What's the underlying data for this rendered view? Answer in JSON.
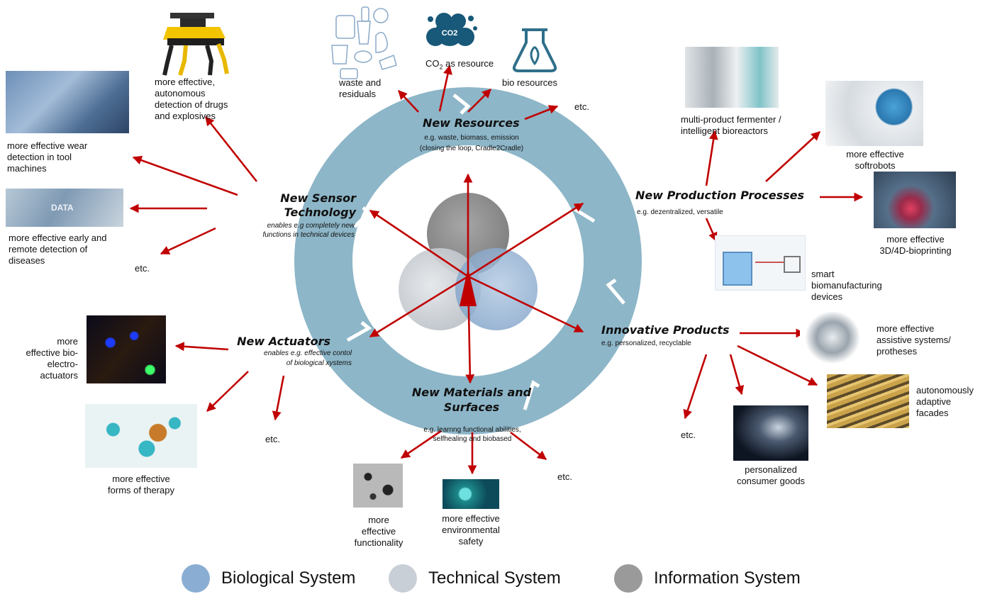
{
  "ring": {
    "resources": {
      "title": "New Resources",
      "line1": "e.g. waste, biomass, emission",
      "line2": "(closing the loop, Cradle2Cradle)"
    },
    "production": {
      "title": "New Production Processes",
      "desc": "e.g. dezentralized, versatile"
    },
    "products": {
      "title": "Innovative Products",
      "desc": "e.g. personalized, recyclable"
    },
    "materials": {
      "title_line1": "New Materials and",
      "title_line2": "Surfaces",
      "line1": "e.g. learnng functional abilities,",
      "line2": "selfhealing and biobased"
    },
    "actuators": {
      "title": "New Actuators",
      "line1": "enables e.g. effective contol",
      "line2": "of biological xystems"
    },
    "sensor": {
      "title_line1": "New Sensor",
      "title_line2": "Technology",
      "line1": "enables e.g completely new",
      "line2": "functions in technical devices"
    }
  },
  "outcomes": {
    "waste": [
      "waste and",
      "residuals"
    ],
    "co2_prefix": "CO",
    "co2_sub": "2",
    "co2_suffix": " as resource",
    "co2_bubble": "CO2",
    "bio_resources": "bio resources",
    "etc_resources": "etc.",
    "fermenter": [
      "multi-product fermenter /",
      "intelligent bioreactors"
    ],
    "softrobots": [
      "more effective",
      "softrobots"
    ],
    "bioprinting": [
      "more effective",
      "3D/4D-bioprinting"
    ],
    "biomanufacturing": [
      "smart",
      "biomanufacturing",
      "devices"
    ],
    "assistive": [
      "more effective",
      "assistive systems/",
      "protheses"
    ],
    "facades": [
      "autonomously",
      "adaptive",
      "facades"
    ],
    "consumer": [
      "personalized",
      "consumer goods"
    ],
    "etc_products": "etc.",
    "functionality": [
      "more",
      "effective",
      "functionality"
    ],
    "environmental": [
      "more effective",
      "environmental",
      "safety"
    ],
    "etc_materials": "etc.",
    "therapy": [
      "more effective",
      "forms of therapy"
    ],
    "etc_actuators": "etc.",
    "bioelectro": [
      "more",
      "effective bio-",
      "electro-",
      "actuators"
    ],
    "diseases": [
      "more effective early and",
      "remote detection of",
      "diseases"
    ],
    "etc_sensor": "etc.",
    "wear": [
      "more effective wear",
      "detection in tool",
      "machines"
    ],
    "drugs": [
      "more effective,",
      "autonomous",
      "detection of drugs",
      "and explosives"
    ],
    "data_overlay": "DATA"
  },
  "legend": [
    {
      "label": "Biological System",
      "color": "#8aaed3"
    },
    {
      "label": "Technical System",
      "color": "#c9cfd6"
    },
    {
      "label": "Information System",
      "color": "#9a9a9a"
    }
  ],
  "colors": {
    "ring": "#8db6c8",
    "arrow": "#c00000"
  }
}
